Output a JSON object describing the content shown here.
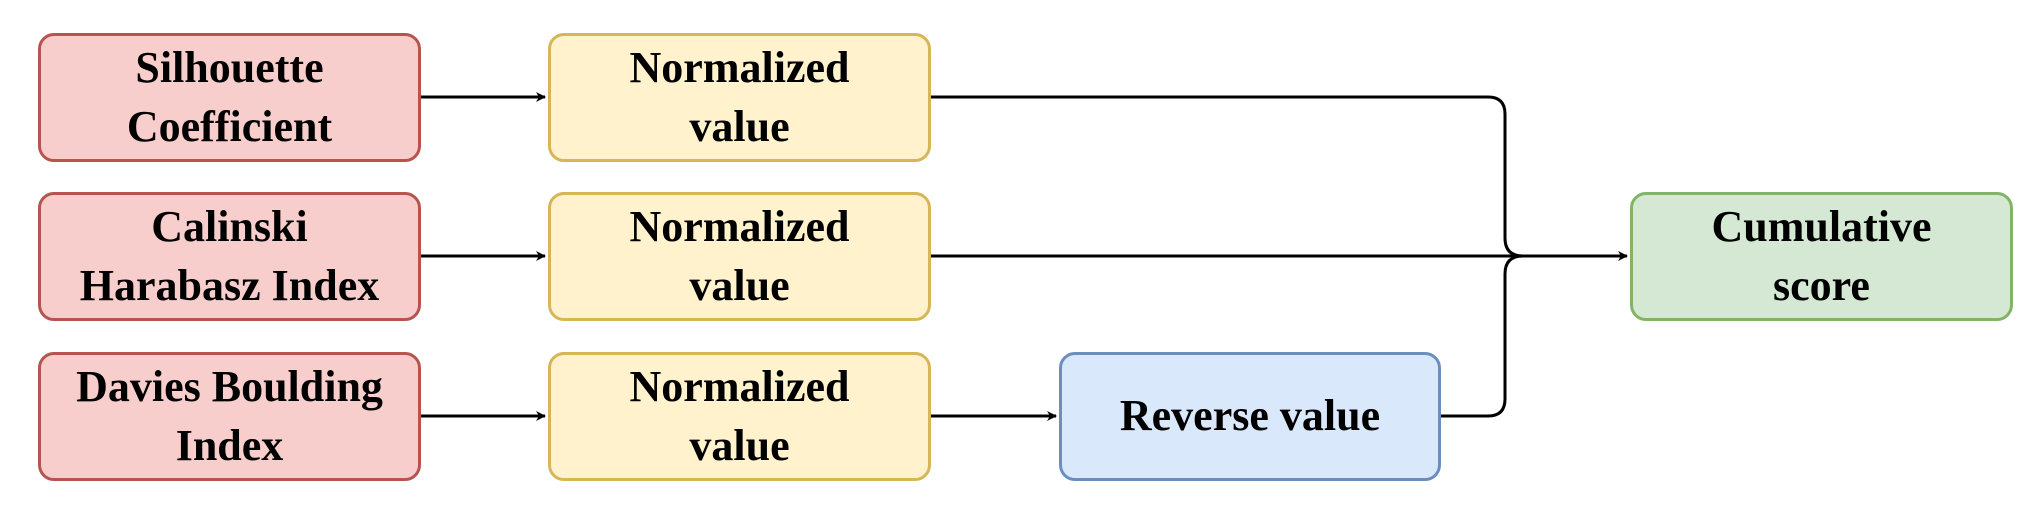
{
  "metrics": [
    {
      "label": "Silhouette\nCoefficient"
    },
    {
      "label": "Calinski\nHarabasz Index"
    },
    {
      "label": "Davies Boulding\nIndex"
    }
  ],
  "normalized": [
    {
      "label": "Normalized\nvalue"
    },
    {
      "label": "Normalized\nvalue"
    },
    {
      "label": "Normalized\nvalue"
    }
  ],
  "reverse": {
    "label": "Reverse value"
  },
  "result": {
    "label": "Cumulative\nscore"
  },
  "colors": {
    "metric_fill": "#f8cecc",
    "metric_stroke": "#b85450",
    "normalized_fill": "#fff2cc",
    "normalized_stroke": "#d6b656",
    "reverse_fill": "#dae8fc",
    "reverse_stroke": "#6c8ebf",
    "result_fill": "#d5e8d4",
    "result_stroke": "#82b366",
    "connector": "#000000"
  }
}
